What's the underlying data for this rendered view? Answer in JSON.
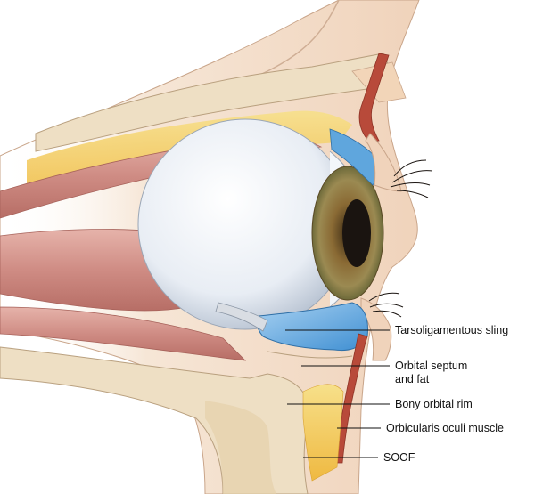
{
  "labels": {
    "tarsoligamentous_sling": "Tarsoligamentous sling",
    "orbital_septum_line1": "Orbital septum",
    "orbital_septum_line2": "and fat",
    "bony_orbital_rim": "Bony orbital rim",
    "orbicularis_oculi_muscle": "Orbicularis oculi muscle",
    "soof": "SOOF"
  },
  "colors": {
    "skin": "#f3dcc8",
    "skin_edge": "#c9a58a",
    "fat": "#f4cf63",
    "fat_dark": "#e6b13a",
    "bone": "#eedfc4",
    "bone_edge": "#b9a07f",
    "muscle": "#d59a93",
    "muscle_dark": "#b9675f",
    "orbicularis": "#b84a3a",
    "globe": "#eef1f6",
    "iris": "#8c7440",
    "pupil": "#1a1410",
    "sling": "#5fa6dd",
    "leader": "#111111"
  }
}
